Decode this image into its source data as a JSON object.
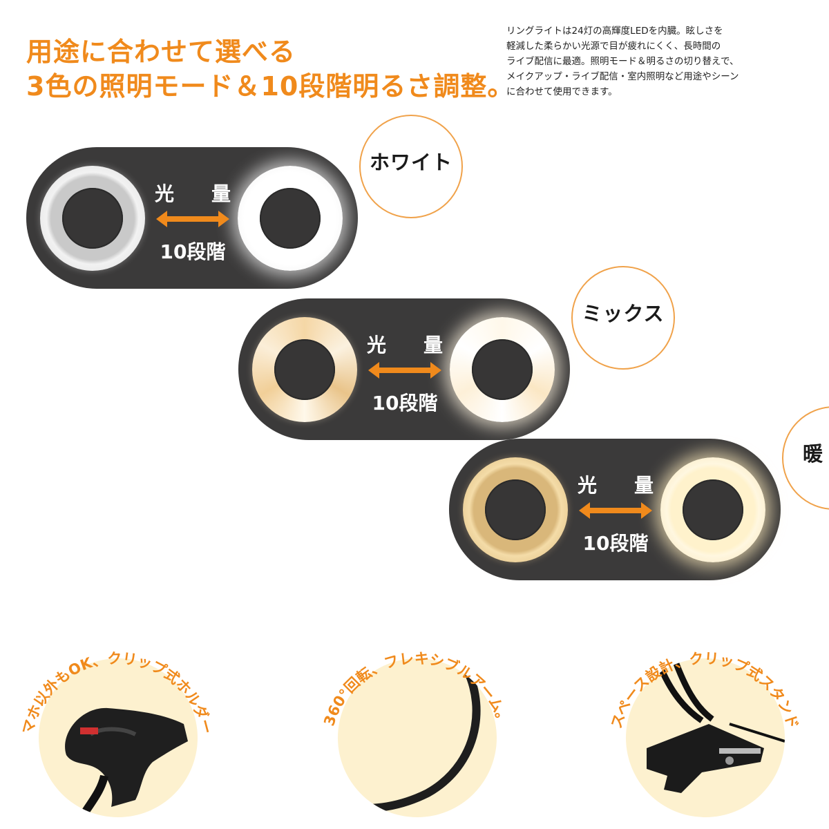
{
  "headline": {
    "line1": "用途に合わせて選べる",
    "line2": "3色の照明モード＆10段階明るさ調整。"
  },
  "description": {
    "lines": [
      "リングライトは24灯の高輝度LEDを内臓。眩しさを",
      "軽減した柔らかい光源で目が疲れにくく、長時間の",
      "ライブ配信に最適。照明モード＆明るさの切り替えで、",
      "メイクアップ・ライブ配信・室内照明など用途やシーン",
      "に合わせて使用できます。"
    ]
  },
  "modes": [
    {
      "label": "ホワイト",
      "light_left": "光",
      "light_right": "量",
      "steps": "10段階"
    },
    {
      "label": "ミックス",
      "light_left": "光",
      "light_right": "量",
      "steps": "10段階"
    },
    {
      "label": "暖　色",
      "light_left": "光",
      "light_right": "量",
      "steps": "10段階"
    }
  ],
  "features": [
    {
      "title": "スマホ以外もOK、クリップ式ホルダー。"
    },
    {
      "title": "360°回転、フレキシブルアーム。"
    },
    {
      "title": "省スペース設計、クリップ式スタンド。"
    }
  ],
  "colors": {
    "accent_orange": "#f08a1c",
    "panel_dark": "#3b3a3a",
    "feature_cream": "#fdf1cf"
  },
  "icons": {
    "arrow": "double-arrow-icon"
  }
}
